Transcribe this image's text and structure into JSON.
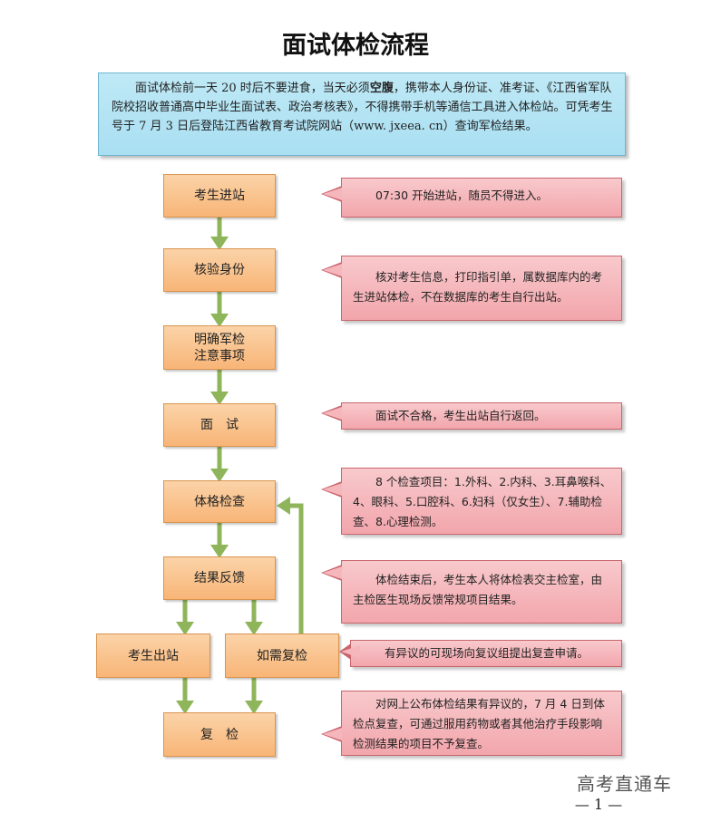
{
  "title": "面试体检流程",
  "intro": {
    "part1": "面试体检前一天 20 时后不要进食，当天必须",
    "bold": "空腹",
    "part2": "，携带本人身份证、准考证、《江西省军队院校招收普通高中毕业生面试表、政治考核表》，不得携带手机等通信工具进入体检站。可凭考生号于 7 月 3 日后登陆江西省教育考试院网站（www. jxeea. cn）查询军检结果。"
  },
  "steps": {
    "enter": "考生进站",
    "verify": "核验身份",
    "notice_line1": "明确军检",
    "notice_line2": "注意事项",
    "interview": "面　试",
    "physical": "体格检查",
    "feedback": "结果反馈",
    "exit": "考生出站",
    "need_recheck": "如需复检",
    "recheck": "复　检"
  },
  "notes": {
    "enter": "07:30 开始进站，随员不得进入。",
    "verify": "核对考生信息，打印指引单，属数据库内的考生进站体检，不在数据库的考生自行出站。",
    "interview": "面试不合格，考生出站自行返回。",
    "physical": "8 个检查项目：1.外科、2.内科、3.耳鼻喉科、4、眼科、5.口腔科、6.妇科（仅女生）、7.辅助检查、8.心理检测。",
    "feedback": "体检结束后，考生本人将体检表交主检室，由主检医生现场反馈常规项目结果。",
    "need_recheck": "有异议的可现场向复议组提出复查申请。",
    "recheck": "对网上公布体检结果有异议的，7 月 4 日到体检点复查，可通过服用药物或者其他治疗手段影响检测结果的项目不予复查。"
  },
  "footer": {
    "brand": "高考直通车",
    "page": "— 1 —"
  },
  "colors": {
    "step_fill": "#f8b577",
    "note_fill": "#f2a6ac",
    "intro_fill": "#a9dff2",
    "arrow": "#8fb55a"
  }
}
